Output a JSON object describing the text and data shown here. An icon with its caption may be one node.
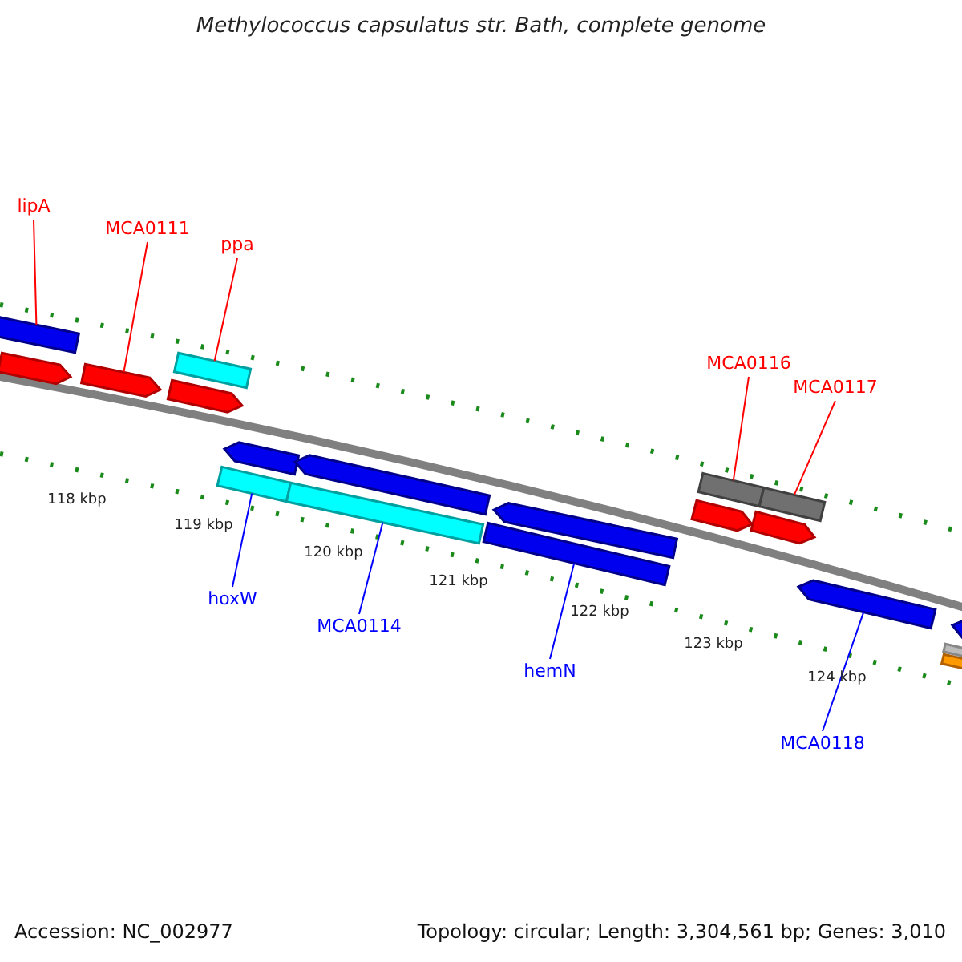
{
  "diagram": {
    "title": "Methylococcus capsulatus str. Bath, complete genome",
    "nodes": [
      {
        "text": [
          "lipA"
        ]
      },
      {
        "text": [
          "MCA0111"
        ]
      },
      {
        "text": [
          "ppa"
        ]
      },
      {
        "text": [
          "MCA0116"
        ]
      },
      {
        "text": [
          "MCA0117"
        ]
      },
      {
        "text": [
          "hoxW"
        ]
      },
      {
        "text": [
          "MCA0114"
        ]
      },
      {
        "text": [
          "hemN"
        ]
      },
      {
        "text": [
          "MCA0118"
        ]
      },
      {
        "text": [],
        "shape": "bar"
      },
      {
        "text": [],
        "shape": "bar"
      },
      {
        "text": [],
        "shape": "bar"
      },
      {
        "text": [],
        "shape": "bar"
      },
      {
        "text": [],
        "shape": "bar"
      },
      {
        "text": [],
        "shape": "bar"
      },
      {
        "text": [],
        "shape": "bar"
      },
      {
        "text": [],
        "shape": "bar"
      },
      {
        "text": [],
        "shape": "bar"
      },
      {
        "text": [],
        "shape": "bar"
      },
      {
        "text": [],
        "shape": "bar"
      },
      {
        "text": [],
        "shape": "bar"
      },
      {
        "text": [],
        "shape": "bar"
      },
      {
        "text": [],
        "shape": "bar"
      },
      {
        "text": [],
        "shape": "bar"
      },
      {
        "text": [],
        "shape": "bar"
      },
      {
        "text": [],
        "shape": "bar"
      },
      {
        "text": [],
        "shape": "bar"
      },
      {
        "text": [],
        "shape": "bar"
      }
    ],
    "edges": [
      {
        "from": 0,
        "to": 9,
        "arrow": "none"
      },
      {
        "from": 1,
        "to": 11,
        "arrow": "none"
      },
      {
        "from": 2,
        "to": 13,
        "arrow": "none"
      },
      {
        "from": 3,
        "to": 21,
        "arrow": "none"
      },
      {
        "from": 4,
        "to": 23,
        "arrow": "none"
      },
      {
        "from": 5,
        "to": 14,
        "arrow": "none",
        "color": "#0000ff"
      },
      {
        "from": 6,
        "to": 16,
        "arrow": "none",
        "color": "#0000ff"
      },
      {
        "from": 7,
        "to": 18,
        "arrow": "none",
        "color": "#0000ff"
      },
      {
        "from": 8,
        "to": 24,
        "arrow": "none",
        "color": "#0000ff"
      }
    ],
    "labels": [
      "118 kbp",
      "119 kbp",
      "120 kbp",
      "121 kbp",
      "122 kbp",
      "123 kbp",
      "124 kbp",
      "Accession: NC_002977",
      "Topology: circular; Length: 3,304,561 bp; Genes: 3,010"
    ]
  }
}
